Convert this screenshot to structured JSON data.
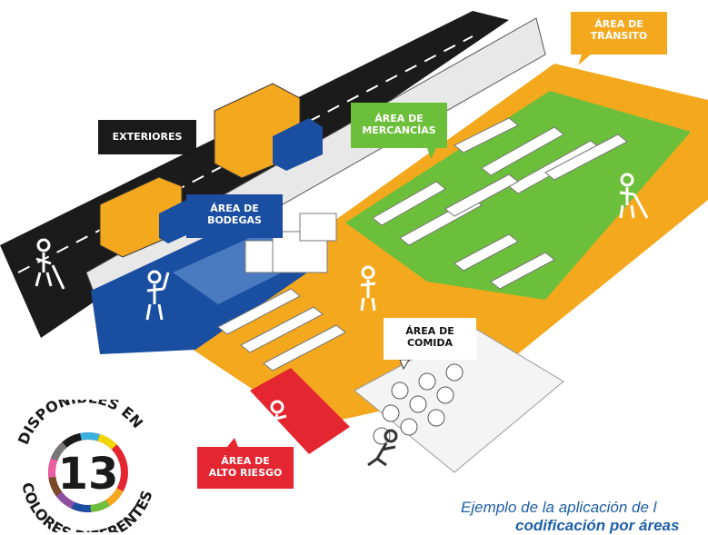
{
  "labels": {
    "transito": [
      "ÁREA DE",
      "TRÁNSITO"
    ],
    "exteriores": "EXTERIORES",
    "mercancias": [
      "ÁREA DE",
      "MERCANCÍAS"
    ],
    "bodegas": [
      "ÁREA DE",
      "BODEGAS"
    ],
    "comida": [
      "ÁREA DE",
      "COMIDA"
    ],
    "riesgo": [
      "ÁREA DE",
      "ALTO RIESGO"
    ]
  },
  "badge": {
    "number": "13",
    "top_text": "DISPONIBLES EN",
    "bottom_text": "COLORES DIFERENTES"
  },
  "caption": {
    "line1": "Ejemplo de la aplicación de l",
    "line2": "codificación por áreas"
  },
  "colors": {
    "transito": "#f4a81d",
    "exteriores": "#1a1a1a",
    "mercancias": "#6cbf3a",
    "bodegas": "#1a4ea0",
    "comida": "#ffffff",
    "riesgo": "#e3262f",
    "caption": "#1e5fa8"
  }
}
